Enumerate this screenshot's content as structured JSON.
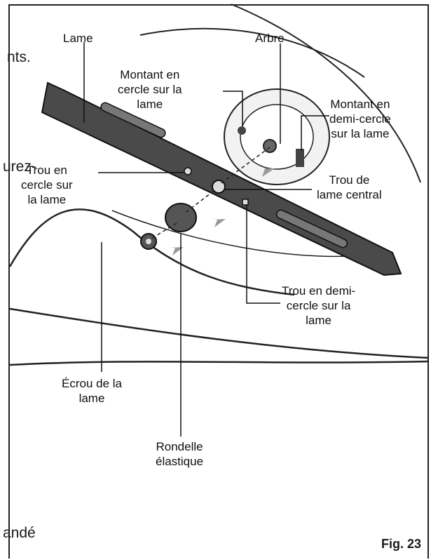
{
  "figure": {
    "number": "Fig. 23"
  },
  "background_text": [
    "nts.",
    "urez-",
    "andé"
  ],
  "labels": {
    "blade": [
      "Lame"
    ],
    "shaft": [
      "Arbre"
    ],
    "round_mount": [
      "Montant en",
      "cercle sur la",
      "lame"
    ],
    "half_mount": [
      "Montant en",
      "demi-cercle",
      "sur la lame"
    ],
    "round_hole": [
      "Trou en",
      "cercle sur",
      "la lame"
    ],
    "center_hole": [
      "Trou de",
      "lame central"
    ],
    "half_hole": [
      "Trou en demi-",
      "cercle sur la",
      "lame"
    ],
    "nut": [
      "Écrou de la",
      "lame"
    ],
    "washer": [
      "Rondelle",
      "élastique"
    ]
  }
}
